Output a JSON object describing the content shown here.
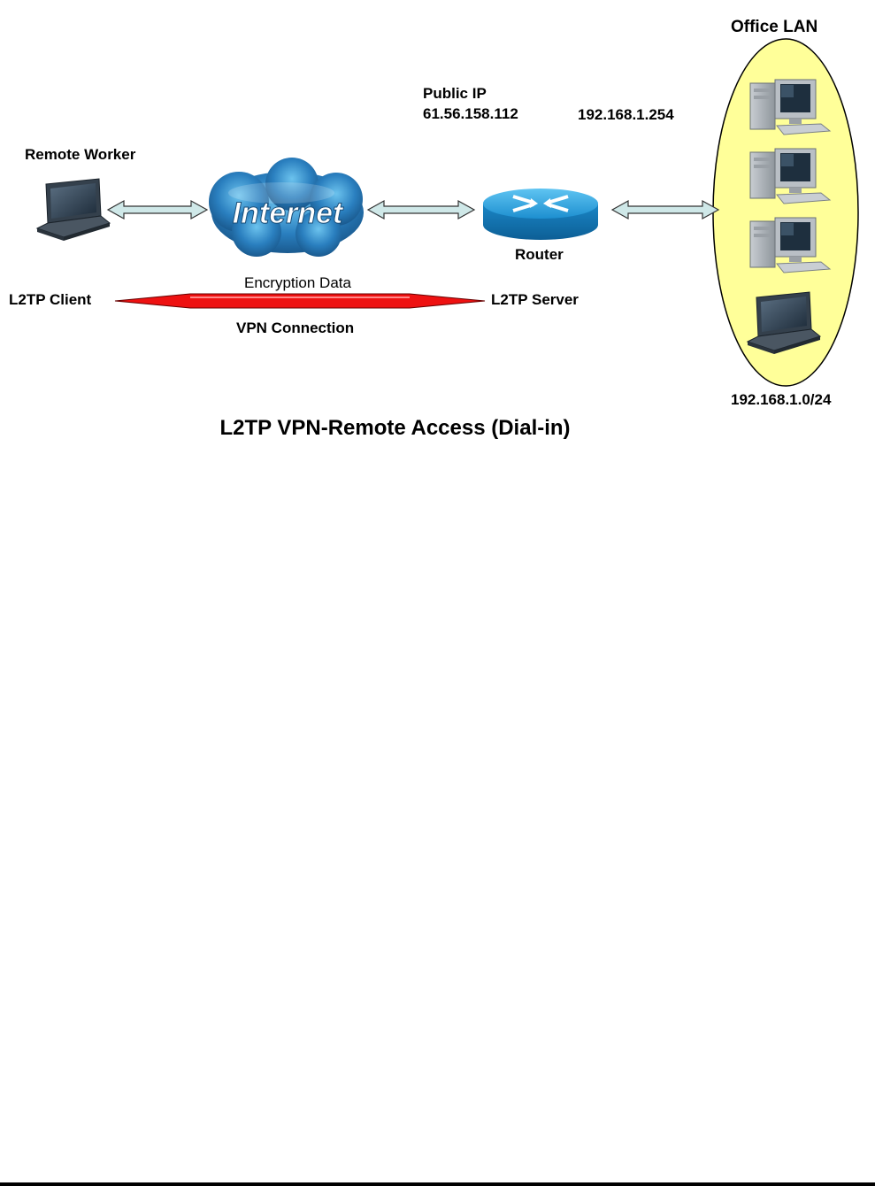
{
  "labels": {
    "office_lan": "Office LAN",
    "public_ip_label": "Public IP",
    "public_ip": "61.56.158.112",
    "router_ip": "192.168.1.254",
    "remote_worker": "Remote Worker",
    "internet": "Internet",
    "router": "Router",
    "encryption_data": "Encryption Data",
    "l2tp_client": "L2TP Client",
    "l2tp_server": "L2TP Server",
    "vpn_connection": "VPN Connection",
    "lan_subnet": "192.168.1.0/24"
  },
  "title": "L2TP VPN-Remote Access (Dial-in)",
  "colors": {
    "lan_fill": "#ffff99",
    "cloud_blue": "#2a7fbf",
    "router_blue": "#2ea3e0",
    "link_arrow": "#cfe8e8",
    "vpn_arrow": "#ee1111"
  },
  "icons": [
    "laptop-icon",
    "cloud-icon",
    "router-icon",
    "desktop-pc-icon",
    "laptop-icon"
  ]
}
